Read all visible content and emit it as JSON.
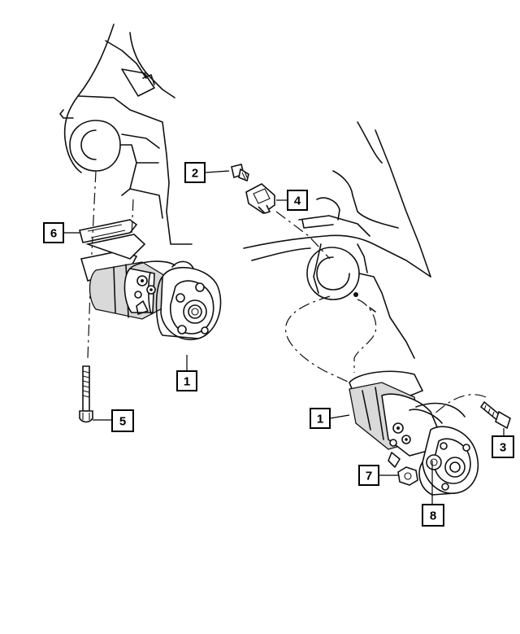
{
  "callouts": [
    {
      "id": "c1a",
      "label": "1"
    },
    {
      "id": "c1b",
      "label": "1"
    },
    {
      "id": "c2",
      "label": "2"
    },
    {
      "id": "c3",
      "label": "3"
    },
    {
      "id": "c4",
      "label": "4"
    },
    {
      "id": "c5",
      "label": "5"
    },
    {
      "id": "c6",
      "label": "6"
    },
    {
      "id": "c7",
      "label": "7"
    },
    {
      "id": "c8",
      "label": "8"
    }
  ]
}
